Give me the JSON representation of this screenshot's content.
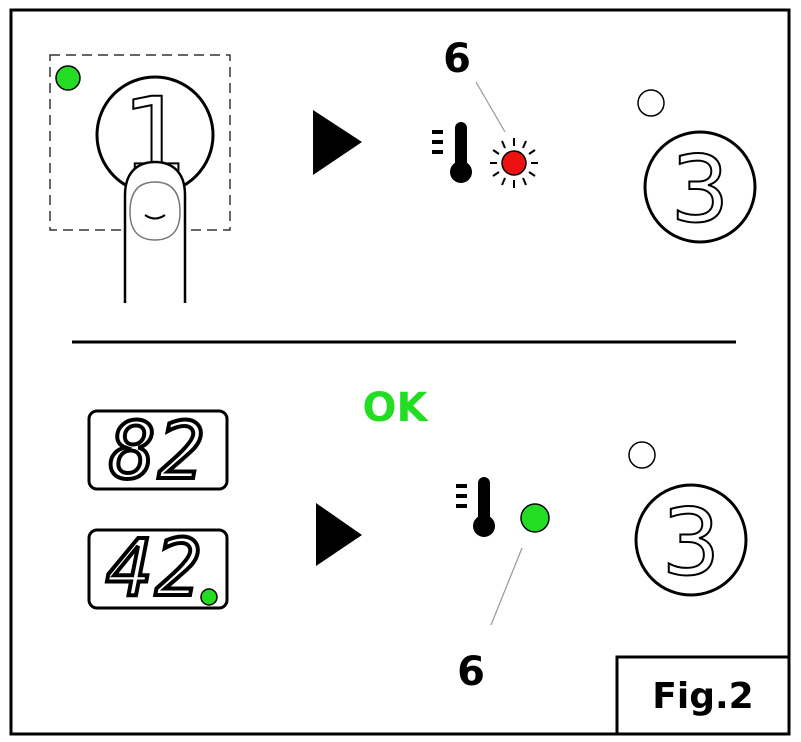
{
  "top_panel": {
    "button_1": {
      "number": "1",
      "led_color": "#22dd22"
    },
    "thermo_led_color": "#ee1111",
    "callout_number": "6",
    "button_3": {
      "number": "3",
      "led_color": "#ffffff"
    }
  },
  "bottom_panel": {
    "ok_text": "OK",
    "ok_color": "#22dd22",
    "display_top": "82",
    "display_bottom": "42",
    "display_dot_color": "#22dd22",
    "thermo_led_color": "#22dd22",
    "callout_number": "6",
    "button_3": {
      "number": "3",
      "led_color": "#ffffff"
    }
  },
  "figure_label": "Fig.2"
}
